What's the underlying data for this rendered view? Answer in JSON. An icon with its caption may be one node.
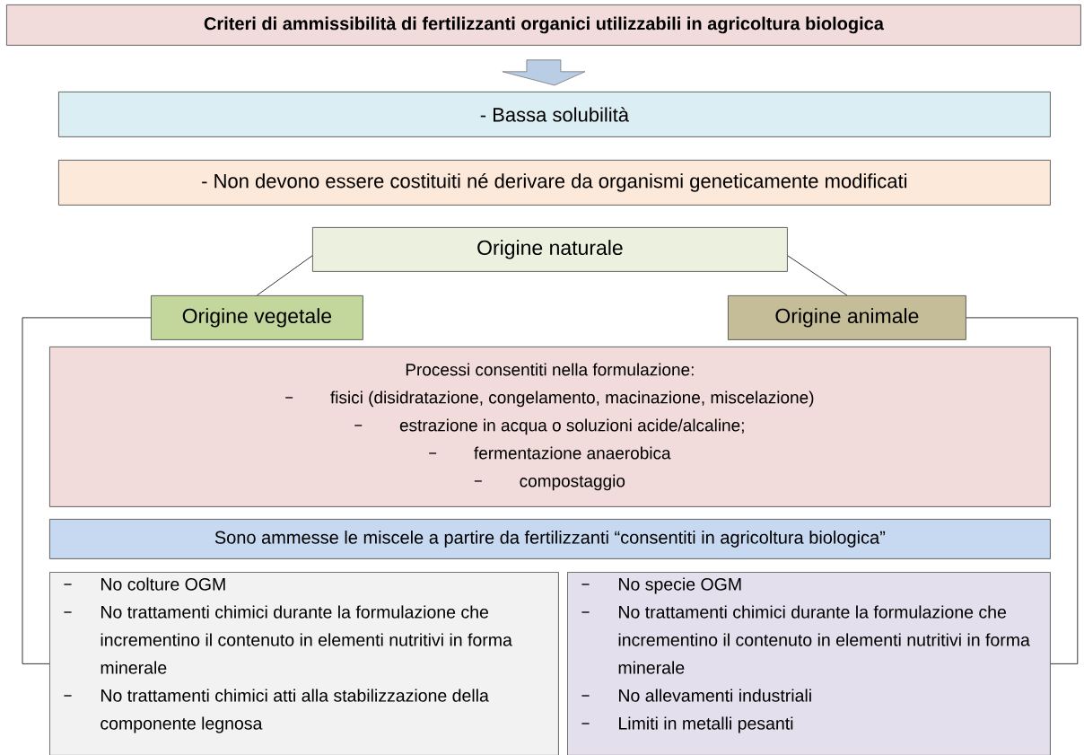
{
  "diagram": {
    "nodes": [
      {
        "text": [
          "Criteri di ammissibilità di fertilizzanti organici utilizzabili in agricoltura biologica"
        ]
      },
      {
        "text": [
          "- Bassa solubilità"
        ]
      },
      {
        "text": [
          "- Non devono essere costituiti né derivare da organismi geneticamente modificati"
        ]
      },
      {
        "text": [
          "Origine naturale"
        ]
      },
      {
        "text": [
          "Origine vegetale"
        ]
      },
      {
        "text": [
          "Origine animale"
        ]
      },
      {
        "text": [
          "Processi consentiti nella formulazione:",
          "fisici (disidratazione, congelamento, macinazione, miscelazione)",
          "estrazione in acqua o soluzioni acide/alcaline;",
          "fermentazione anaerobica",
          "compostaggio"
        ]
      },
      {
        "text": [
          "Sono ammesse le miscele a partire da fertilizzanti “consentiti in agricoltura biologica”"
        ]
      },
      {
        "text": [
          "No colture OGM",
          "No trattamenti chimici durante la formulazione che incrementino il contenuto in elementi nutritivi in forma minerale",
          "No trattamenti chimici atti alla stabilizzazione della componente legnosa"
        ]
      },
      {
        "text": [
          "No specie OGM",
          "No trattamenti chimici durante la formulazione che incrementino il contenuto in elementi nutritivi in forma minerale",
          "No allevamenti industriali",
          "Limiti in metalli pesanti"
        ]
      }
    ],
    "edges": [
      {
        "from": 0,
        "to": 1,
        "arrow": "to"
      },
      {
        "from": 3,
        "to": 4,
        "arrow": "none"
      },
      {
        "from": 3,
        "to": 5,
        "arrow": "none"
      },
      {
        "from": 4,
        "to": 8,
        "arrow": "none"
      },
      {
        "from": 5,
        "to": 9,
        "arrow": "none"
      }
    ]
  }
}
